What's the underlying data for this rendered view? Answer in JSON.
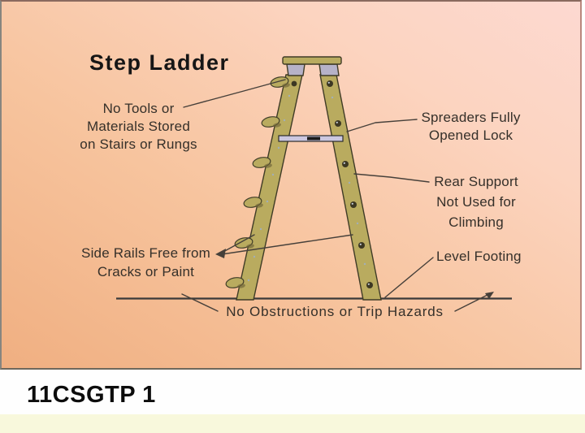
{
  "figure": {
    "title": "Step Ladder",
    "labels": {
      "no_tools": "No Tools or\nMaterials Stored\non Stairs or Rungs",
      "spreaders": "Spreaders Fully\nOpened Lock",
      "rear_support": "Rear Support\nNot Used for\nClimbing",
      "side_rails": "Side Rails Free from\nCracks or Paint",
      "level_footing": "Level Footing",
      "obstructions": "No Obstructions or Trip Hazards"
    },
    "icons": {
      "ladder": "step-ladder-side-view",
      "ground": "ground-line",
      "leaders": "callout-leader-lines"
    },
    "colors": {
      "panel_gradient_dark": "#f0af81",
      "panel_gradient_light": "#fdd9d1",
      "ladder_wood": "#b9ab5f",
      "ladder_outline": "#3f3b26",
      "spreader_bar": "#cbc7e0",
      "bracket": "#b6b2c8",
      "leader_line": "#46403a",
      "ground_line": "#3a3a3a"
    }
  },
  "caption": "11CSGTP 1",
  "footer_strip_color": "#f8f8dc"
}
